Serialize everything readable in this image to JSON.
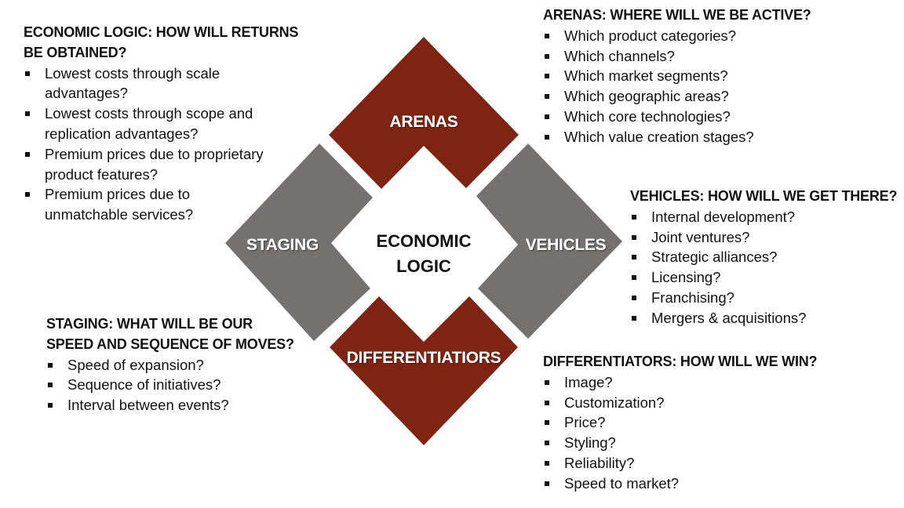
{
  "diagram": {
    "colors": {
      "maroon": "#7F2412",
      "gray": "#767171",
      "text": "#111111",
      "label_text": "#FFFFFF"
    },
    "center": {
      "line1": "ECONOMIC",
      "line2": "LOGIC"
    },
    "shapes": {
      "arenas": {
        "label": "ARENAS",
        "color": "maroon"
      },
      "staging": {
        "label": "STAGING",
        "color": "gray"
      },
      "vehicles": {
        "label": "VEHICLES",
        "color": "gray"
      },
      "differentiators": {
        "label": "DIFFERENTIATIORS",
        "color": "maroon"
      }
    }
  },
  "blocks": {
    "economic_logic": {
      "heading_line1": "ECONOMIC LOGIC: HOW WILL RETURNS",
      "heading_line2": "BE OBTAINED?",
      "items": [
        {
          "line1": "Lowest costs through scale",
          "line2": "advantages?"
        },
        {
          "line1": "Lowest costs through scope and",
          "line2": "replication advantages?"
        },
        {
          "line1": "Premium prices due to proprietary",
          "line2": "product features?"
        },
        {
          "line1": "Premium prices due to",
          "line2": "unmatchable services?"
        }
      ]
    },
    "arenas": {
      "heading": "ARENAS: WHERE WILL WE BE ACTIVE?",
      "items": [
        "Which product categories?",
        "Which channels?",
        "Which market segments?",
        "Which geographic areas?",
        "Which core technologies?",
        "Which value creation stages?"
      ]
    },
    "vehicles": {
      "heading": "VEHICLES: HOW WILL WE GET THERE?",
      "items": [
        "Internal development?",
        "Joint ventures?",
        "Strategic alliances?",
        "Licensing?",
        "Franchising?",
        "Mergers & acquisitions?"
      ]
    },
    "staging": {
      "heading_line1": "STAGING: WHAT WILL BE OUR",
      "heading_line2": "SPEED AND SEQUENCE OF MOVES?",
      "items": [
        "Speed of expansion?",
        "Sequence of initiatives?",
        "Interval between events?"
      ]
    },
    "differentiators": {
      "heading": "DIFFERENTIATORS: HOW WILL WE WIN?",
      "items": [
        "Image?",
        "Customization?",
        "Price?",
        "Styling?",
        "Reliability?",
        "Speed to market?"
      ]
    }
  }
}
